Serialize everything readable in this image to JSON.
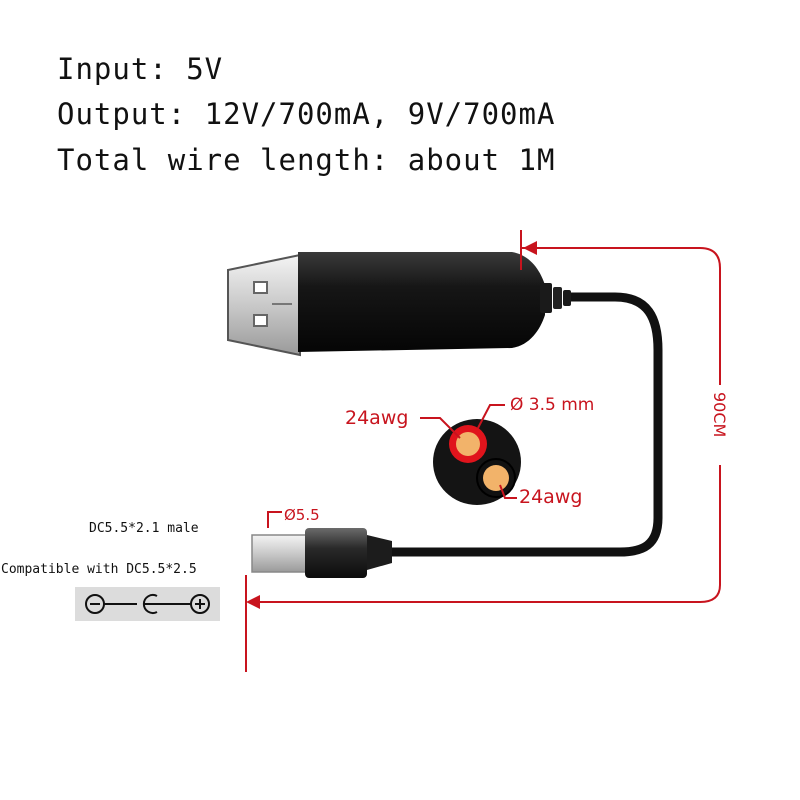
{
  "specs": {
    "input": "Input: 5V",
    "output": "Output: 12V/700mA, 9V/700mA",
    "length": "Total wire length: about 1M"
  },
  "cable_diagram": {
    "wire_awg_top": "24awg",
    "wire_awg_bottom": "24awg",
    "cable_diameter": "Ø 3.5 mm",
    "plug_diameter": "Ø5.5",
    "length_dimension": "90CM",
    "plug_label": "DC5.5*2.1 male",
    "compat_label": "Compatible with DC5.5*2.5"
  },
  "colors": {
    "annotation_red": "#c8141e",
    "cable_black": "#111111",
    "wire_red": "#e0141c",
    "wire_core": "#f2b36a"
  },
  "polarity_icons": [
    "minus-circle-icon",
    "center-pin-icon",
    "plus-circle-icon"
  ]
}
